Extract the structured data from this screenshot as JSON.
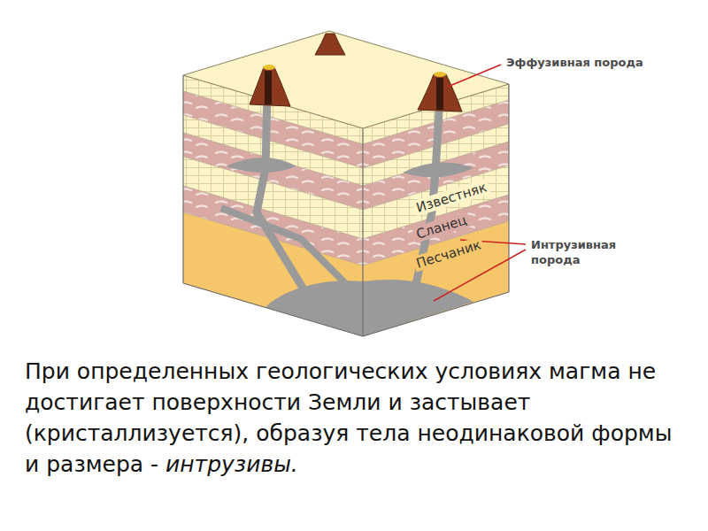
{
  "diagram": {
    "caption": "При определенных геологических условиях магма не достигает поверхности Земли и застывает (кристаллизуется), образуя тела неодинаковой формы и размера -",
    "labels": [
      "Эффузивная порода",
      "Известняк",
      "Сланец",
      "Песчаник",
      "Интрузивная порода",
      "интрузивы."
    ]
  }
}
